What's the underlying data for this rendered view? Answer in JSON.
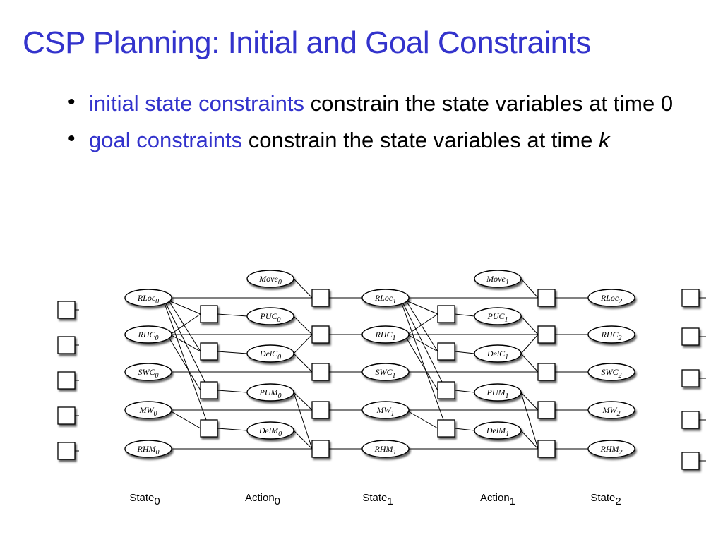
{
  "title": "CSP Planning: Initial and Goal Constraints",
  "bullets": [
    {
      "term": "initial state constraints",
      "rest": " constrain the state variables at time 0"
    },
    {
      "term": "goal constraints",
      "rest": " constrain the state variables at time ",
      "var": "k"
    }
  ],
  "diagram": {
    "state0": [
      {
        "base": "RLoc",
        "sub": "0"
      },
      {
        "base": "RHC",
        "sub": "0"
      },
      {
        "base": "SWC",
        "sub": "0"
      },
      {
        "base": "MW",
        "sub": "0"
      },
      {
        "base": "RHM",
        "sub": "0"
      }
    ],
    "action0": [
      {
        "base": "Move",
        "sub": "0"
      },
      {
        "base": "PUC",
        "sub": "0"
      },
      {
        "base": "DelC",
        "sub": "0"
      },
      {
        "base": "PUM",
        "sub": "0"
      },
      {
        "base": "DelM",
        "sub": "0"
      }
    ],
    "state1": [
      {
        "base": "RLoc",
        "sub": "1"
      },
      {
        "base": "RHC",
        "sub": "1"
      },
      {
        "base": "SWC",
        "sub": "1"
      },
      {
        "base": "MW",
        "sub": "1"
      },
      {
        "base": "RHM",
        "sub": "1"
      }
    ],
    "action1": [
      {
        "base": "Move",
        "sub": "1"
      },
      {
        "base": "PUC",
        "sub": "1"
      },
      {
        "base": "DelC",
        "sub": "1"
      },
      {
        "base": "PUM",
        "sub": "1"
      },
      {
        "base": "DelM",
        "sub": "1"
      }
    ],
    "state2": [
      {
        "base": "RLoc",
        "sub": "2"
      },
      {
        "base": "RHC",
        "sub": "2"
      },
      {
        "base": "SWC",
        "sub": "2"
      },
      {
        "base": "MW",
        "sub": "2"
      },
      {
        "base": "RHM",
        "sub": "2"
      }
    ],
    "column_labels": [
      {
        "base": "State",
        "sub": "0"
      },
      {
        "base": "Action",
        "sub": "0"
      },
      {
        "base": "State",
        "sub": "1"
      },
      {
        "base": "Action",
        "sub": "1"
      },
      {
        "base": "State",
        "sub": "2"
      }
    ]
  }
}
